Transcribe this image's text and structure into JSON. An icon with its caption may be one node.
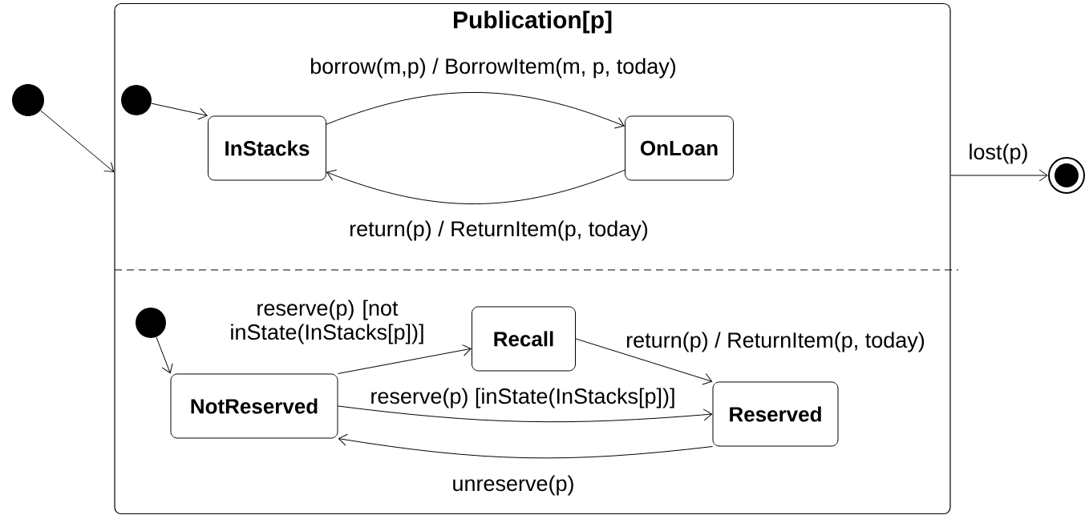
{
  "diagram": {
    "nodes": [
      {
        "text": [
          "Publication[p]"
        ]
      },
      {
        "text": [],
        "shape": "circle"
      },
      {
        "text": [],
        "shape": "circle",
        "in": 0
      },
      {
        "text": [
          "InStacks"
        ],
        "in": 0
      },
      {
        "text": [
          "OnLoan"
        ],
        "in": 0
      },
      {
        "text": [],
        "shape": "circle",
        "in": 0
      },
      {
        "text": [
          "NotReserved"
        ],
        "in": 0
      },
      {
        "text": [
          "Recall"
        ],
        "in": 0
      },
      {
        "text": [
          "Reserved"
        ],
        "in": 0
      },
      {
        "text": [],
        "shape": "circle"
      }
    ],
    "edges": [
      {
        "from": 1,
        "to": 0,
        "arrow": "to"
      },
      {
        "from": 2,
        "to": 3,
        "arrow": "to"
      },
      {
        "from": 3,
        "to": 4,
        "arrow": "to",
        "label": "borrow(m,p) / BorrowItem(m, p, today)"
      },
      {
        "from": 4,
        "to": 3,
        "arrow": "to",
        "label": "return(p) / ReturnItem(p, today)"
      },
      {
        "from": 5,
        "to": 6,
        "arrow": "to"
      },
      {
        "from": 6,
        "to": 7,
        "arrow": "to",
        "label": "reserve(p) [not inState(InStacks[p])]"
      },
      {
        "from": 7,
        "to": 8,
        "arrow": "to",
        "label": "return(p) / ReturnItem(p, today)"
      },
      {
        "from": 6,
        "to": 8,
        "arrow": "to",
        "label": "reserve(p) [inState(InStacks[p])]"
      },
      {
        "from": 8,
        "to": 6,
        "arrow": "to",
        "label": "unreserve(p)"
      },
      {
        "from": 0,
        "to": 9,
        "arrow": "to",
        "label": "lost(p)"
      }
    ]
  }
}
